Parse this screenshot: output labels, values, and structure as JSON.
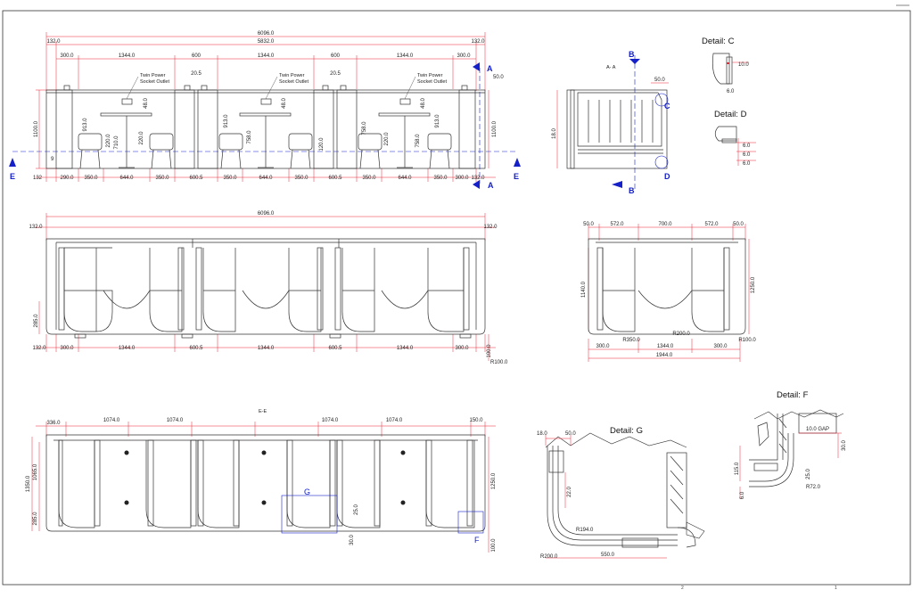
{
  "drawing": {
    "elevation": {
      "overall": "6096.0",
      "inner": "5832.0",
      "end_left": "132.0",
      "end_right": "132.0",
      "top_dims": [
        "300.0",
        "1344.0",
        "600",
        "1344.0",
        "600",
        "1344.0",
        "300.0"
      ],
      "small_top": [
        "20.5",
        "20.5"
      ],
      "socket_label_1": "Twin Power",
      "socket_label_2": "Socket Outlet",
      "heights": [
        "1100.0",
        "913.0",
        "220.0",
        "710.0",
        "48.0",
        "758.0",
        "120.0",
        "9",
        "50.0"
      ],
      "bottom_dims": [
        "132",
        "290.0",
        "350.0",
        "644.0",
        "350.0",
        "600.5",
        "350.0",
        "644.0",
        "350.0",
        "600.5",
        "350.0",
        "644.0",
        "350.0",
        "300.0",
        "132.0"
      ]
    },
    "section_labels": {
      "a": "A",
      "b": "B",
      "e": "E",
      "c": "C",
      "d": "D",
      "g": "G",
      "f": "F"
    },
    "side_section": {
      "title": "A- A",
      "dim1": "50.0",
      "dim2": "18.0"
    },
    "detail_c": {
      "title": "Detail: C",
      "dims": [
        "10.0",
        "6.0"
      ]
    },
    "detail_d": {
      "title": "Detail: D",
      "dims": [
        "6.0",
        "6.0",
        "6.0"
      ]
    },
    "plan": {
      "overall": "6096.0",
      "end_left": "132.0",
      "end_right": "132.0",
      "left_height": "285.0",
      "bottom_dims": [
        "132.0",
        "300.0",
        "1344.0",
        "600.5",
        "1344.0",
        "600.5",
        "1344.0",
        "300.0"
      ],
      "right_dims": [
        "100.0",
        "R100.0"
      ]
    },
    "end_plan": {
      "top_dims": [
        "50.0",
        "572.0",
        "700.0",
        "572.0",
        "50.0"
      ],
      "height_left": "1140.0",
      "height_right": "1250.0",
      "bottom_dims": [
        "300.0",
        "R350.0",
        "1344.0",
        "R200.0",
        "300.0",
        "R100.0"
      ],
      "total": "1944.0"
    },
    "section_ee": {
      "title": "E-E",
      "top_dims": [
        "336.0",
        "1074.0",
        "1074.0",
        "1074.0",
        "1074.0",
        "150.0"
      ],
      "left_dims": [
        "1350.0",
        "1065.0",
        "285.0"
      ],
      "right_dims": [
        "1250.0",
        "100.0"
      ],
      "inner_dims": [
        "25.0",
        "30.0"
      ]
    },
    "detail_g": {
      "title": "Detail: G",
      "dims": [
        "18.0",
        "50.0",
        "22.0",
        "R194.0",
        "R200.0",
        "550.0"
      ]
    },
    "detail_f": {
      "title": "Detail: F",
      "dims": [
        "10.0 GAP",
        "30.0",
        "115.0",
        "25.0",
        "R72.0",
        "6.0"
      ]
    },
    "page_marks": [
      "2",
      "1"
    ]
  }
}
